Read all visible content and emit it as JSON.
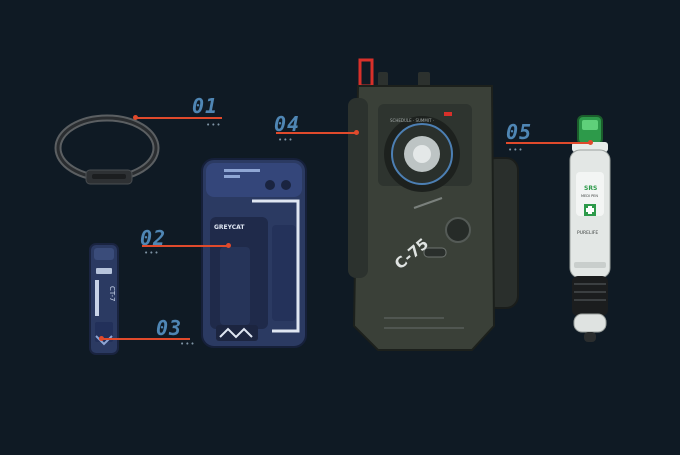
{
  "callouts": [
    {
      "number": "01",
      "dots": "•••"
    },
    {
      "number": "02",
      "dots": "•••"
    },
    {
      "number": "03",
      "dots": "•••"
    },
    {
      "number": "04",
      "dots": "•••"
    },
    {
      "number": "05",
      "dots": "•••"
    }
  ],
  "items": {
    "phone_brand": "GREYCAT",
    "tag_label": "CT-7",
    "radio_model": "C-75",
    "radio_dial_text": "SCHEDULE · SUMMIT · ",
    "pen_code": "SRS",
    "pen_sub": "MEDI PEN",
    "pen_brand": "PURELIFE"
  },
  "colors": {
    "background": "#0f1a24",
    "callout_number": "#4f86b4",
    "leader_line": "#e04a2c",
    "device_navy": "#2b3a62",
    "radio_olive": "#3a4038",
    "pen_green": "#2d9a4a"
  }
}
